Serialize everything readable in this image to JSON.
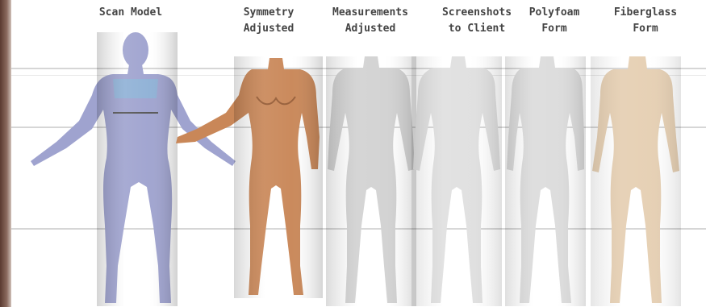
{
  "stages": [
    {
      "line1": "Scan Model",
      "line2": "",
      "color": "#9fa3cf"
    },
    {
      "line1": "Symmetry",
      "line2": "Adjusted",
      "color": "#c98758"
    },
    {
      "line1": "Measurements",
      "line2": "Adjusted",
      "color": "#d2d2d2"
    },
    {
      "line1": "Screenshots",
      "line2": "to Client",
      "color": "#e0e0e0"
    },
    {
      "line1": "Polyfoam",
      "line2": "Form",
      "color": "#dcdcdc"
    },
    {
      "line1": "Fiberglass",
      "line2": "Form",
      "color": "#e6d0b4"
    }
  ],
  "colors": {
    "background": "#ffffff",
    "rule": "#d6d6d6",
    "label": "#444444"
  }
}
